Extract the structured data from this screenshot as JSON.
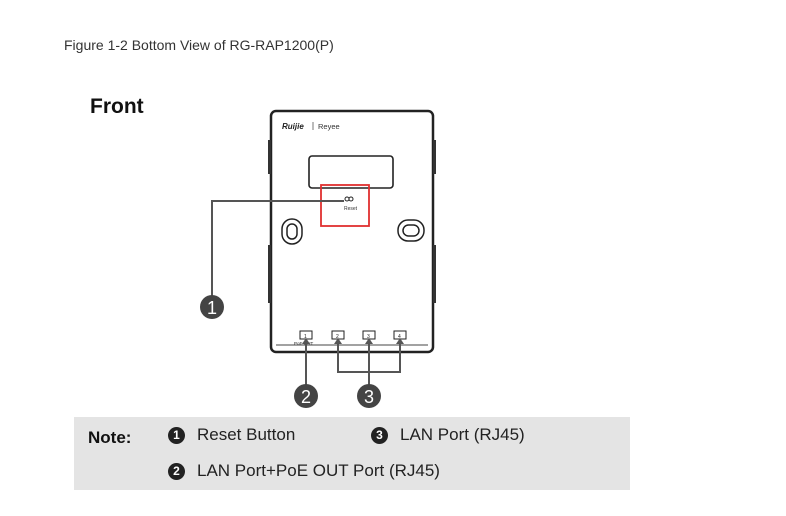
{
  "caption": "Figure 1-2 Bottom View of RG-RAP1200(P)",
  "front_label": "Front",
  "device": {
    "brand_ruijie": "Ruijie",
    "brand_reyee": "Reyee",
    "reset_label": "Reset",
    "port_labels": [
      "1",
      "2",
      "3",
      "4"
    ],
    "poe_label": "PoE OUT"
  },
  "callouts": [
    "1",
    "2",
    "3"
  ],
  "note": {
    "title": "Note:",
    "items": [
      {
        "number": "1",
        "label": "Reset Button"
      },
      {
        "number": "3",
        "label": "LAN Port (RJ45)"
      },
      {
        "number": "2",
        "label": "LAN Port+PoE OUT Port (RJ45)"
      }
    ]
  },
  "colors": {
    "highlight": "#e0302f",
    "note_background": "#e4e4e4",
    "callout_fill": "#444444"
  }
}
